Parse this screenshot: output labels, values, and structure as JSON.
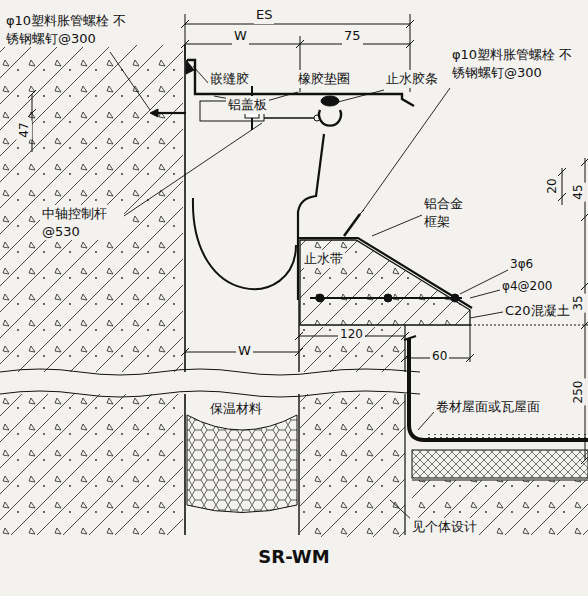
{
  "diagram": {
    "caption": "SR-WM",
    "labels": [
      "ES",
      "W",
      "75",
      "φ10塑料胀管螺栓 不锈钢螺钉@300",
      "嵌缝胶",
      "铝盖板",
      "橡胶垫圈",
      "止水胶条",
      "φ10塑料胀管螺栓 不锈钢螺钉@300",
      "47",
      "20",
      "45",
      "中轴控制杆 @530",
      "铝合金 框架",
      "止水带",
      "3φ6",
      "φ4@200",
      "C20混凝土",
      "35",
      "W",
      "120",
      "60",
      "250",
      "保温材料",
      "卷材屋面或瓦屋面",
      "见个体设计"
    ]
  }
}
